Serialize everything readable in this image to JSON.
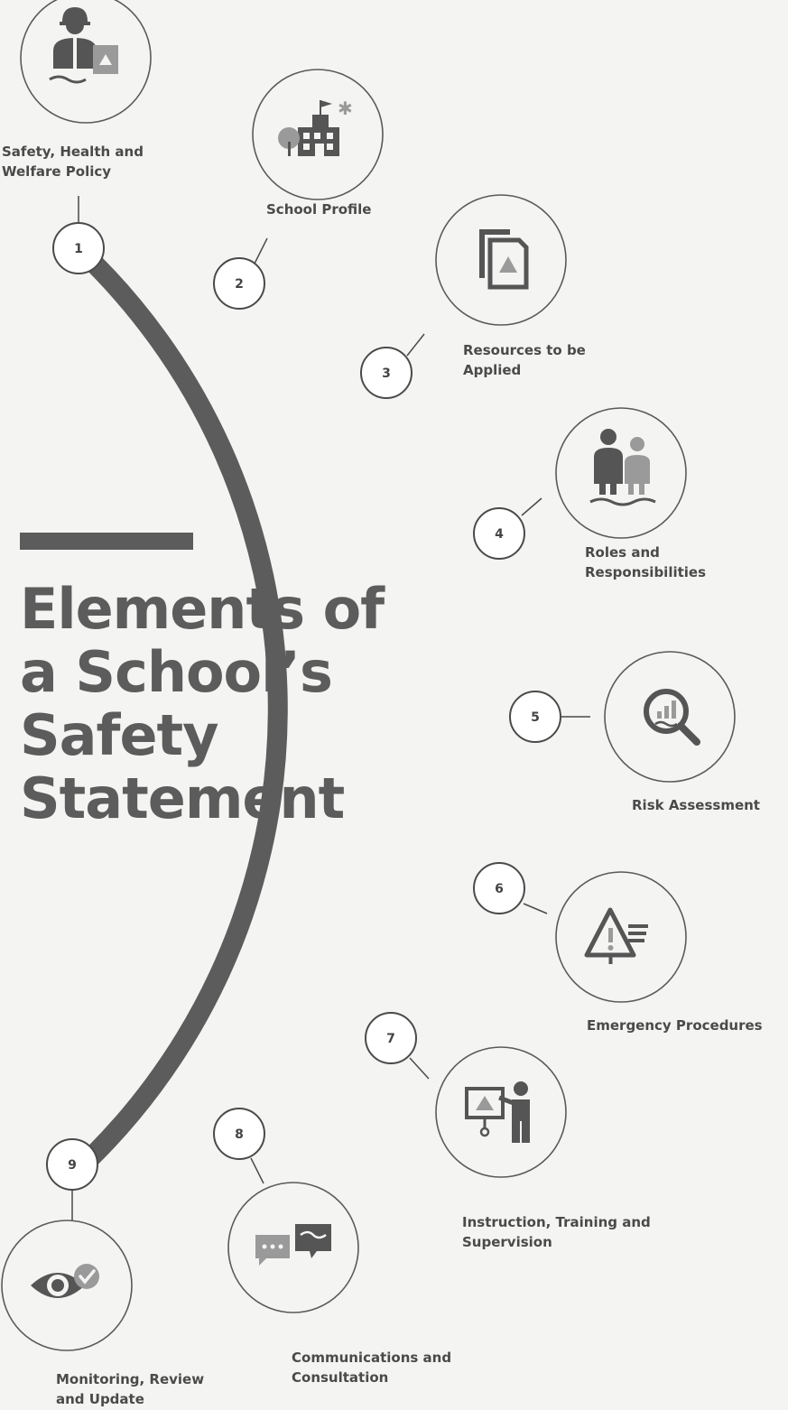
{
  "title": {
    "lines": [
      "Elements of",
      "a School’s",
      "Safety",
      "Statement"
    ]
  },
  "colors": {
    "arc": "#5c5c5c",
    "icon_dark": "#555555",
    "icon_light": "#9a9a9a",
    "text": "#4a4a4a"
  },
  "elements": [
    {
      "number": "1",
      "label_lines": [
        "Safety, Health and",
        "Welfare Policy"
      ],
      "icon": "worker-with-document-icon"
    },
    {
      "number": "2",
      "label_lines": [
        "School Profile"
      ],
      "icon": "school-building-icon"
    },
    {
      "number": "3",
      "label_lines": [
        "Resources to be",
        "Applied"
      ],
      "icon": "documents-icon"
    },
    {
      "number": "4",
      "label_lines": [
        "Roles and",
        "Responsibilities"
      ],
      "icon": "people-icon"
    },
    {
      "number": "5",
      "label_lines": [
        "Risk Assessment"
      ],
      "icon": "magnifier-chart-icon"
    },
    {
      "number": "6",
      "label_lines": [
        "Emergency Procedures"
      ],
      "icon": "warning-sign-icon"
    },
    {
      "number": "7",
      "label_lines": [
        "Instruction, Training and",
        "Supervision"
      ],
      "icon": "presenter-board-icon"
    },
    {
      "number": "8",
      "label_lines": [
        "Communications and",
        "Consultation"
      ],
      "icon": "speech-bubbles-icon"
    },
    {
      "number": "9",
      "label_lines": [
        "Monitoring, Review",
        "and Update"
      ],
      "icon": "eye-check-icon"
    }
  ]
}
